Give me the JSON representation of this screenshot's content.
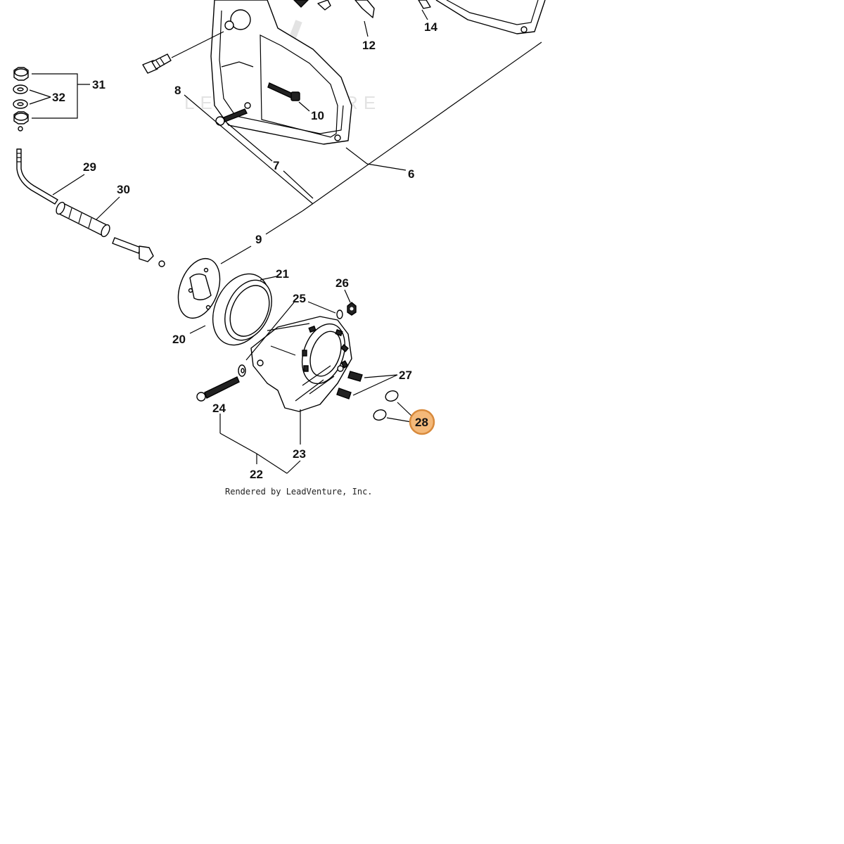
{
  "watermark": "LEADVENTURE",
  "credit": "Rendered by LeadVenture, Inc.",
  "highlight_color": "#f4b97a",
  "callouts": {
    "c6": "6",
    "c7": "7",
    "c8": "8",
    "c9": "9",
    "c10": "10",
    "c12": "12",
    "c14": "14",
    "c20": "20",
    "c21": "21",
    "c22": "22",
    "c23": "23",
    "c24": "24",
    "c25": "25",
    "c26": "26",
    "c27": "27",
    "c28": "28",
    "c29": "29",
    "c30": "30",
    "c31": "31",
    "c32": "32"
  }
}
